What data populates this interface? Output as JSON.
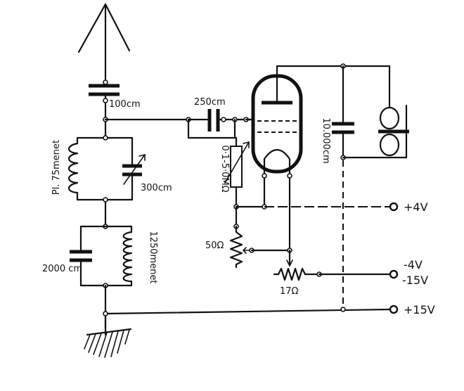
{
  "labels": {
    "antenna_cap": "100cm",
    "grid_cap": "250cm",
    "grid_leak": "0·1-5·0MΩ",
    "tuning_cap": "300cm",
    "primary_coil": "Pl. 75menet",
    "reaction_cap": "2000 cm",
    "reaction_coil": "1250menet",
    "filament_rheo_50": "50Ω",
    "rheostat_17": "17Ω",
    "bypass_cap": "10.000cm"
  },
  "terminals": {
    "t1": "+4V",
    "t2_a": "-4V",
    "t2_b": "-15V",
    "t3": "+15V"
  }
}
